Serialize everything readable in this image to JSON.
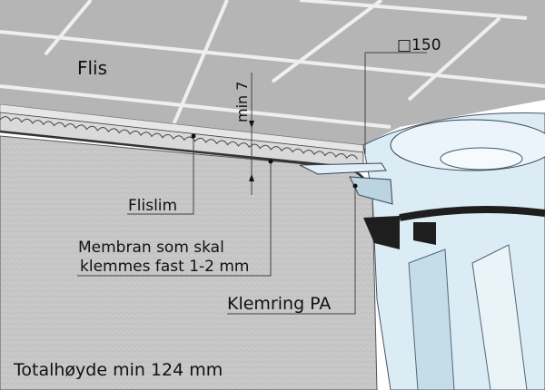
{
  "labels": {
    "tile": "Flis",
    "grate_size": "□150",
    "min_thickness": "min 7",
    "tile_adhesive": "Flislim",
    "membrane_line1": "Membran som skal",
    "membrane_line2": "klemmes fast 1-2 mm",
    "clamp_ring": "Klemring PA",
    "total_height": "Totalhøyde min 124 mm"
  },
  "colors": {
    "concrete": "#c9c9c9",
    "tile": "#b4b4b4",
    "tile_light": "#d6d6d6",
    "drain": "#dfeef6",
    "drain_dark": "#1e1e1e"
  }
}
